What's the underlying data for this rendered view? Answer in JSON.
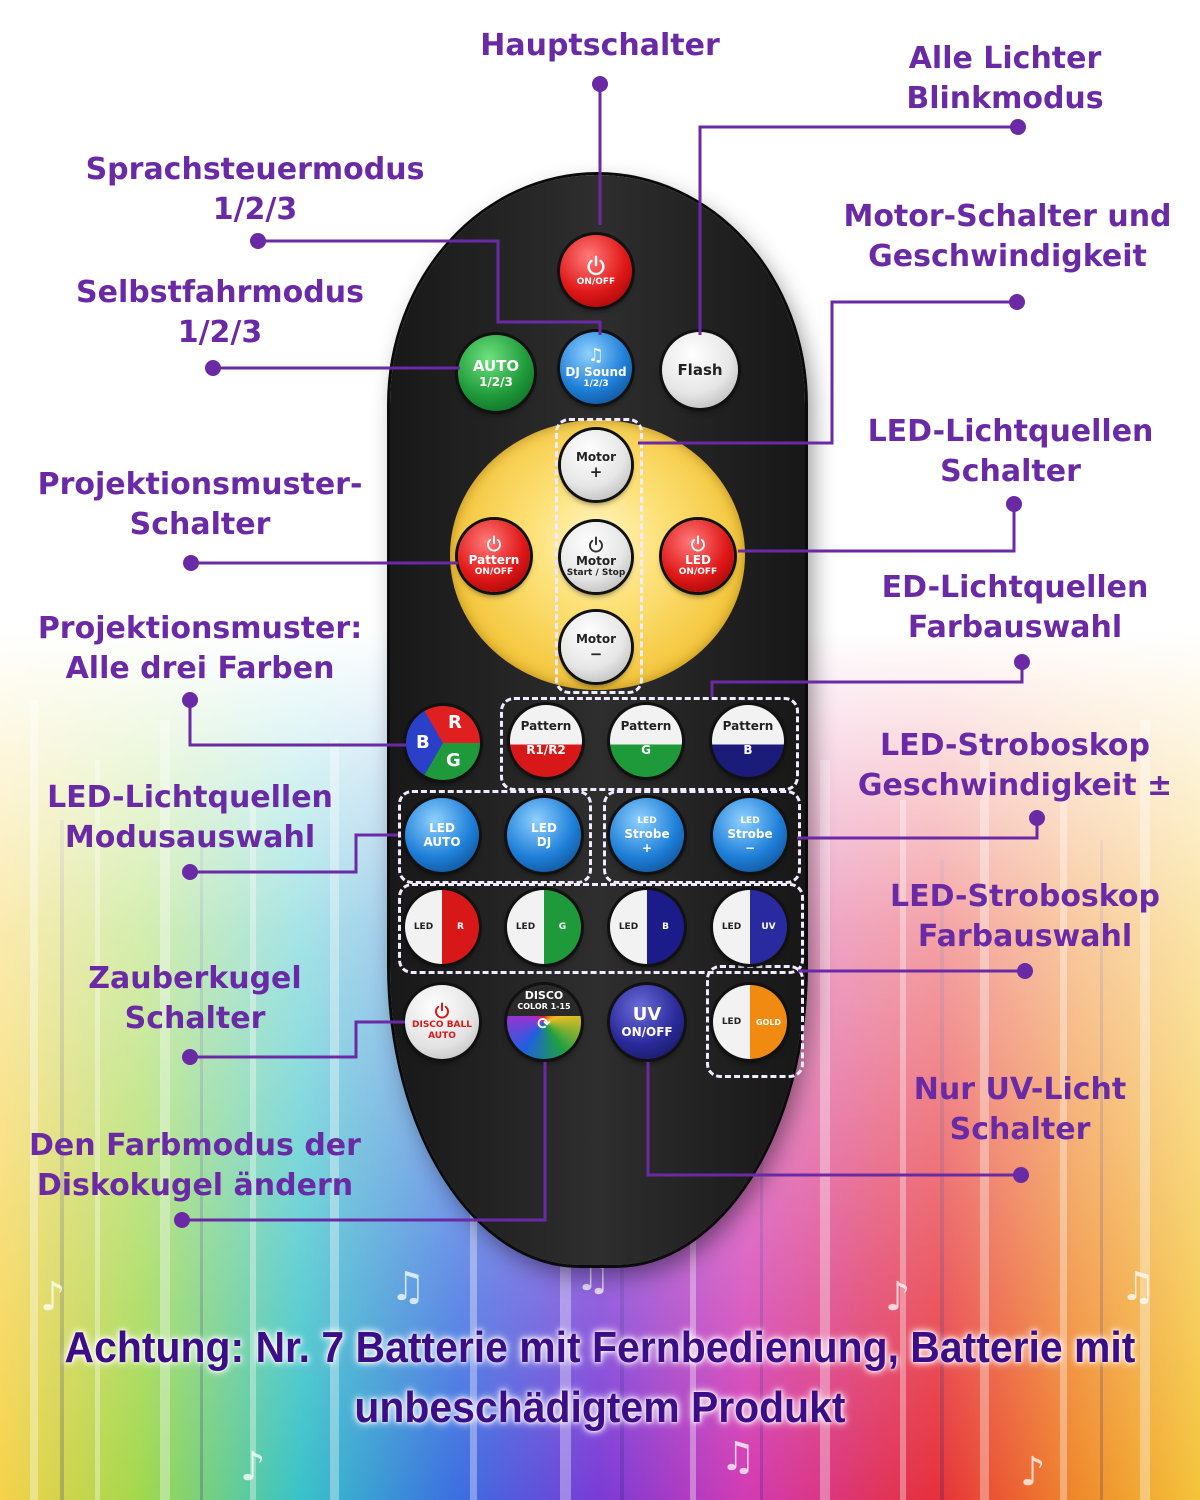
{
  "colors": {
    "label": "#6a2aa5",
    "accent_yellow": "#f4c63c",
    "notice": "#3b0d87"
  },
  "labels": {
    "main_switch": [
      "Hauptschalter"
    ],
    "flash_mode": [
      "Alle Lichter",
      "Blinkmodus"
    ],
    "voice_mode": [
      "Sprachsteuermodus",
      "1/2/3"
    ],
    "motor": [
      "Motor-Schalter und",
      "Geschwindigkeit"
    ],
    "auto_mode": [
      "Selbstfahrmodus",
      "1/2/3"
    ],
    "led_switch": [
      "LED-Lichtquellen",
      "Schalter"
    ],
    "pattern_switch": [
      "Projektionsmuster-",
      "Schalter"
    ],
    "led_color": [
      "ED-Lichtquellen",
      "Farbauswahl"
    ],
    "pattern_colors": [
      "Projektionsmuster:",
      "Alle drei Farben"
    ],
    "strobe_speed": [
      "LED-Stroboskop",
      "Geschwindigkeit ±"
    ],
    "led_mode": [
      "LED-Lichtquellen",
      "Modusauswahl"
    ],
    "strobe_color": [
      "LED-Stroboskop",
      "Farbauswahl"
    ],
    "magic_ball": [
      "Zauberkugel",
      "Schalter"
    ],
    "uv_switch": [
      "Nur UV-Licht",
      "Schalter"
    ],
    "disco_color": [
      "Den Farbmodus der",
      "Diskokugel ändern"
    ]
  },
  "buttons": {
    "power": {
      "sub": "ON/OFF"
    },
    "auto": {
      "l1": "AUTO",
      "l2": "1/2/3"
    },
    "dj_sound": {
      "l1": "DJ Sound",
      "l2": "1/2/3"
    },
    "flash": {
      "l1": "Flash"
    },
    "motor_plus": {
      "l1": "Motor",
      "l2": "+"
    },
    "motor_start": {
      "l1": "Motor",
      "l2": "Start / Stop"
    },
    "motor_minus": {
      "l1": "Motor",
      "l2": "−"
    },
    "pattern_onoff": {
      "l1": "Pattern",
      "l2": "ON/OFF"
    },
    "led_onoff": {
      "l1": "LED",
      "l2": "ON/OFF"
    },
    "rgb": {
      "r": "R",
      "g": "G",
      "b": "B"
    },
    "pattern_r1r2": {
      "l1": "Pattern",
      "l2": "R1/R2"
    },
    "pattern_g": {
      "l1": "Pattern",
      "l2": "G"
    },
    "pattern_b": {
      "l1": "Pattern",
      "l2": "B"
    },
    "led_auto": {
      "l1": "LED",
      "l2": "AUTO"
    },
    "led_dj": {
      "l1": "LED",
      "l2": "DJ"
    },
    "strobe_plus": {
      "l1": "LED",
      "l2": "Strobe",
      "l3": "+"
    },
    "strobe_minus": {
      "l1": "LED",
      "l2": "Strobe",
      "l3": "−"
    },
    "led_r": {
      "a": "LED",
      "b": "R"
    },
    "led_g": {
      "a": "LED",
      "b": "G"
    },
    "led_b": {
      "a": "LED",
      "b": "B"
    },
    "led_uv": {
      "a": "LED",
      "b": "UV"
    },
    "disco_ball": {
      "l1": "DISCO BALL",
      "l2": "AUTO"
    },
    "disco_color": {
      "l1": "DISCO",
      "l2": "COLOR 1-15"
    },
    "uv_onoff": {
      "l1": "UV",
      "l2": "ON/OFF"
    },
    "led_gold": {
      "a": "LED",
      "b": "GOLD"
    }
  },
  "notice": [
    "Achtung: Nr. 7 Batterie mit Fernbedienung, Batterie mit",
    "unbeschädigtem Produkt"
  ]
}
